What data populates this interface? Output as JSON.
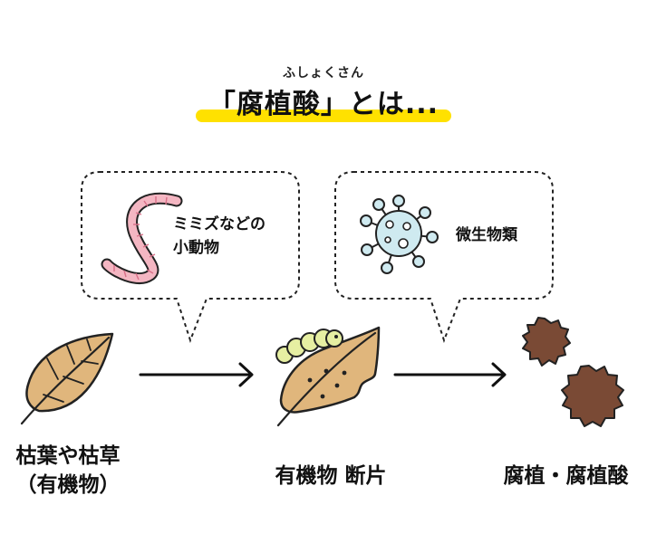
{
  "title": {
    "ruby": "ふしょくさん",
    "main": "「腐植酸」とは..."
  },
  "bubbles": {
    "worm": {
      "text_line1": "ミミズなどの",
      "text_line2": "小動物"
    },
    "microbe": {
      "text": "微生物類"
    }
  },
  "stages": {
    "leaf": {
      "label_line1": "枯葉や枯草",
      "label_line2": "（有機物）"
    },
    "fragment": {
      "label": "有機物 断片"
    },
    "humus": {
      "label": "腐植・腐植酸"
    }
  },
  "colors": {
    "highlight": "#ffe100",
    "leaf": "#e0b67c",
    "worm": "#f4b6c2",
    "microbe": "#cfeaf0",
    "humus": "#7a4a35",
    "caterpillar": "#e6efa2"
  }
}
